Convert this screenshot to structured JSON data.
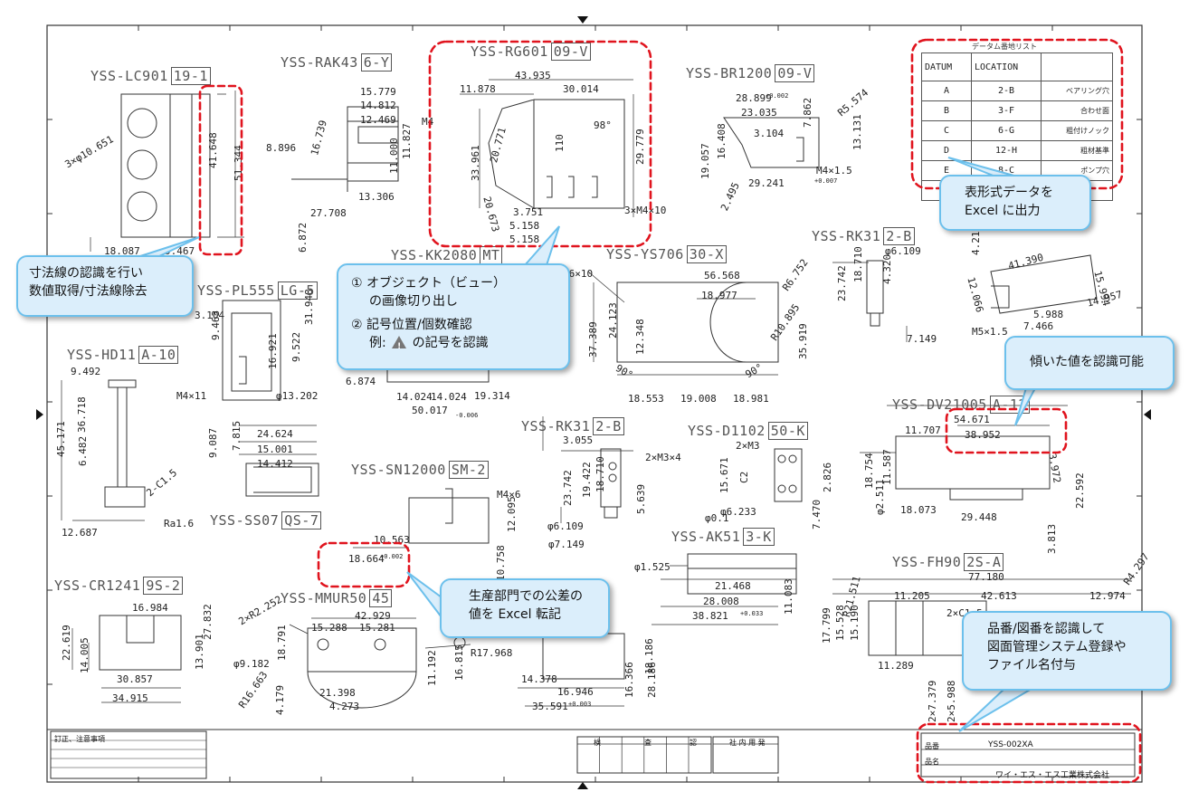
{
  "drawing": {
    "part_titles": [
      {
        "name": "YSS-LC901",
        "code": "19-1"
      },
      {
        "name": "YSS-RAK43",
        "code": "6-Y"
      },
      {
        "name": "YSS-RG601",
        "code": "09-V"
      },
      {
        "name": "YSS-BR1200",
        "code": "09-V"
      },
      {
        "name": "YSS-KK2080",
        "code": "MT"
      },
      {
        "name": "YSS-YS706",
        "code": "30-X"
      },
      {
        "name": "YSS-RK31",
        "code": "2-B"
      },
      {
        "name": "YSS-PL555",
        "code": "LG-5"
      },
      {
        "name": "YSS-HD11",
        "code": "A-10"
      },
      {
        "name": "YSS-RK31",
        "code": "2-B"
      },
      {
        "name": "YSS-D1102",
        "code": "50-K"
      },
      {
        "name": "YSS-DV21005",
        "code": "A-12"
      },
      {
        "name": "YSS-SN12000",
        "code": "SM-2"
      },
      {
        "name": "YSS-SS07",
        "code": "QS-7"
      },
      {
        "name": "YSS-AK51",
        "code": "3-K"
      },
      {
        "name": "YSS-FH90",
        "code": "2S-A"
      },
      {
        "name": "YSS-CR1241",
        "code": "9S-2"
      },
      {
        "name": "YSS-MMUR50",
        "code": "45"
      }
    ],
    "dimensions": [
      "3×φ10.651",
      "41.648",
      "51.344",
      "18.087",
      "9.467",
      "15.779",
      "14.812",
      "12.469",
      "M4",
      "8.896",
      "16.739",
      "11.827",
      "11.000",
      "13.306",
      "27.708",
      "6.872",
      "43.935",
      "11.878",
      "30.014",
      "20.771",
      "33.961",
      "110",
      "98°",
      "20.673",
      "29.779",
      "3.751",
      "3×M4×10",
      "5.158",
      "5.158",
      "28.899",
      "23.035",
      "R5.574",
      "7.862",
      "3.104",
      "13.131",
      "16.408",
      "19.057",
      "M4×1.5",
      "2.495",
      "29.241",
      "M6×10",
      "56.568",
      "R6.752",
      "18.977",
      "24.123",
      "37.389",
      "12.348",
      "R10.895",
      "35.919",
      "90°",
      "90°",
      "18.553",
      "19.008",
      "18.981",
      "φ6.109",
      "23.742",
      "18.710",
      "4.320",
      "7.149",
      "41.390",
      "12.066",
      "4.213",
      "15.994",
      "14.957",
      "5.988",
      "7.466",
      "M5×1.5",
      "3.104",
      "31.948",
      "9.463",
      "16.921",
      "9.522",
      "M4×11",
      "φ13.202",
      "6.874",
      "14.024",
      "14.024",
      "19.314",
      "50.017",
      "9.492",
      "45.171",
      "36.718",
      "6.482",
      "2-C1.5",
      "Ra1.6",
      "12.687",
      "9.087",
      "7.815",
      "24.624",
      "15.001",
      "14.412",
      "3.055",
      "2×M3×4",
      "23.742",
      "19.422",
      "18.710",
      "5.639",
      "φ6.109",
      "φ7.149",
      "2×M3",
      "15.671",
      "C2",
      "2.826",
      "7.470",
      "φ6.233",
      "φ0.1",
      "11.707",
      "54.671",
      "38.952",
      "3.972",
      "18.754",
      "11.587",
      "φ2.511",
      "18.073",
      "29.448",
      "22.592",
      "3.813",
      "M4×6",
      "12.095",
      "10.563",
      "10.758",
      "18.664",
      "φ1.525",
      "21.468",
      "28.008",
      "38.821",
      "11.083",
      "77.180",
      "R21.511",
      "11.205",
      "42.613",
      "12.974",
      "R4.297",
      "17.799",
      "15.528",
      "15.190",
      "2×C1.5",
      "11.289",
      "2×7.379",
      "2×5.988",
      "16.984",
      "22.619",
      "14.005",
      "27.832",
      "13.901",
      "30.857",
      "34.915",
      "φ9.182",
      "42.929",
      "2×R2.252",
      "15.288",
      "15.281",
      "18.791",
      "R17.968",
      "11.192",
      "16.815",
      "21.398",
      "4.273",
      "4.179",
      "R16.663",
      "14.378",
      "16.946",
      "35.591",
      "18.186",
      "16.366",
      "28.186"
    ],
    "tolerances": {
      "t1": "+0.002",
      "t2": "+0.007",
      "t3": "+0.002",
      "t4": "-0.006",
      "t5": "+0.033",
      "t6": "+0.003"
    }
  },
  "datum_table": {
    "caption": "データム番地リスト",
    "headers": [
      "DATUM",
      "LOCATION",
      ""
    ],
    "rows": [
      [
        "A",
        "2-B",
        "ベアリング穴"
      ],
      [
        "B",
        "3-F",
        "合わせ面"
      ],
      [
        "C",
        "6-G",
        "粗付けノック"
      ],
      [
        "D",
        "12-H",
        "粗材基準"
      ],
      [
        "E",
        "8-C",
        "ポンプ穴"
      ]
    ]
  },
  "callouts": {
    "dimension": [
      "寸法線の認識を行い",
      "数値取得/寸法線除去"
    ],
    "object_1": "① オブジェクト（ビュー）",
    "object_2": "の画像切り出し",
    "symbol_1": "② 記号位置/個数確認",
    "symbol_2_prefix": "例:",
    "symbol_2_suffix": "の記号を認識",
    "tolerance": [
      "生産部門での公差の",
      "値を Excel 転記"
    ],
    "table": [
      "表形式データを",
      "Excel に出力"
    ],
    "tilted": "傾いた値を認識可能",
    "partno": [
      "品番/図番を認識して",
      "図面管理システム登録や",
      "ファイル名付与"
    ]
  },
  "title_block": {
    "notes_label": "訂正、注意事項",
    "approval_headers": [
      "検",
      "査",
      "認"
    ],
    "inner_label": "社 内 用 発",
    "part_no_label": "品番",
    "part_no": "YSS-002XA",
    "part_name_label": "品名",
    "company": "ワイ・エス・エス工業株式会社"
  },
  "colors": {
    "callout_fill": "#dbeefb",
    "callout_border": "#6cc0ec",
    "highlight": "#e0141e",
    "line": "#444"
  }
}
